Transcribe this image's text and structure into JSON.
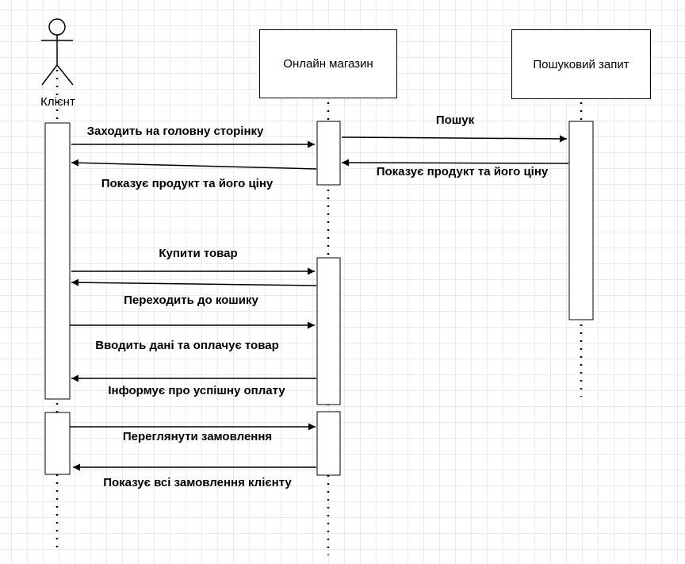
{
  "actor": {
    "label": "Клієнт"
  },
  "lifelines": {
    "shop": {
      "label": "Онлайн магазин"
    },
    "search": {
      "label": "Пошуковий запит"
    }
  },
  "messages": {
    "m1": "Заходить на головну сторінку",
    "m2": "Пошук",
    "m3": "Показує продукт та його ціну",
    "m4": "Показує продукт та його ціну",
    "m5": "Купити товар",
    "m6": "Переходить до кошику",
    "m7": "Вводить дані та оплачує товар",
    "m8": "Інформує про успішну оплату",
    "m9": "Переглянути замовлення",
    "m10": "Показує всі замовлення клієнту"
  }
}
